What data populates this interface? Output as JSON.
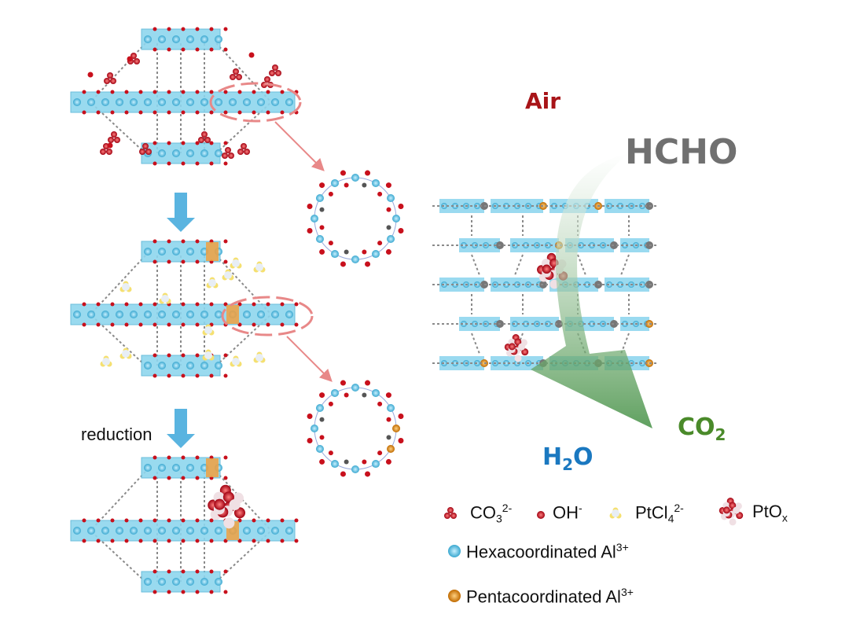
{
  "labels": {
    "air": "Air",
    "hcho": "HCHO",
    "co2_main": "CO",
    "co2_sub": "2",
    "h2o_h": "H",
    "h2o_sub": "2",
    "h2o_o": "O",
    "reduction": "reduction"
  },
  "legend": {
    "co3": {
      "base": "CO",
      "sub": "3",
      "sup": "2-"
    },
    "oh": {
      "base": "OH",
      "sup": "-"
    },
    "ptcl4": {
      "base": "PtCl",
      "sub": "4",
      "sup": "2-"
    },
    "ptox": {
      "base": "PtO",
      "sub": "x"
    },
    "hexa": {
      "base": "Hexacoordinated Al",
      "sup": "3+"
    },
    "penta": {
      "base": "Pentacoordinated Al",
      "sup": "3+"
    }
  },
  "colors": {
    "al_hexa": "#5cc4e4",
    "al_penta": "#e08a1a",
    "oxygen": "#c8101c",
    "air": "#a81418",
    "hcho": "#707070",
    "co2": "#4a8a2a",
    "h2o": "#1a78c0",
    "arrow_blue": "#5ab4e0",
    "arrow_pink": "#e88888"
  }
}
